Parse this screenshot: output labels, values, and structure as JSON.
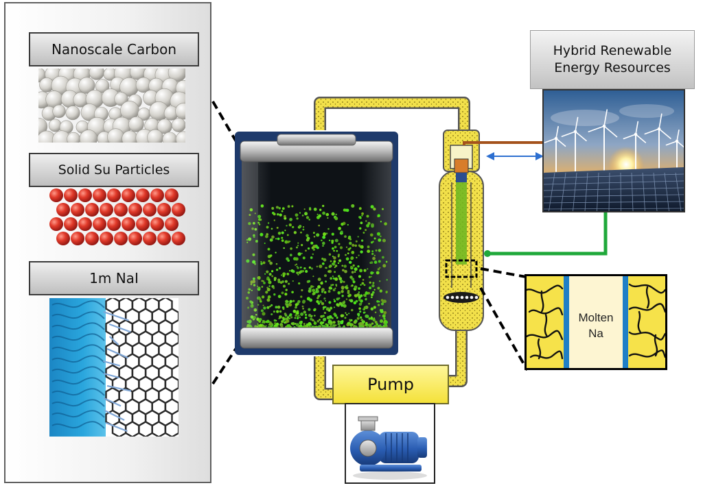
{
  "left_panel": {
    "nanoscale_carbon": "Nanoscale Carbon",
    "solid_su_particles": "Solid Su Particles",
    "nai_solution": "1m NaI"
  },
  "energy": {
    "line1": "Hybrid Renewable",
    "line2": "Energy Resources"
  },
  "molten_na": {
    "line1": "Molten",
    "line2": "Na"
  },
  "pump": {
    "label": "Pump"
  },
  "colors": {
    "pipe_fill": "#f2e04a",
    "pipe_outline": "#555555",
    "wire_brown": "#a4521c",
    "wire_green": "#1fa83a",
    "arrow_blue": "#2d6fd0",
    "slurry_green": "#6cc41f",
    "tank_frame": "#1e3a6b",
    "sodium_blue": "#1f7fc6"
  },
  "icons": {
    "double_arrow": "double-headed-arrow-icon"
  }
}
